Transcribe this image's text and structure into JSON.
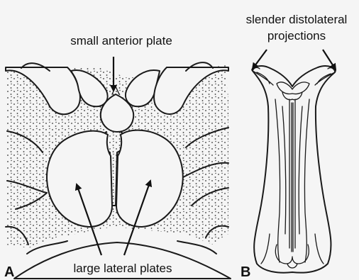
{
  "panel_a": {
    "letter": "A",
    "label_top": "small anterior plate",
    "label_bottom": "large lateral plates"
  },
  "panel_b": {
    "letter": "B",
    "label_line1": "slender distolateral",
    "label_line2": "projections"
  },
  "colors": {
    "background": "#f5f5f5",
    "line": "#1a1a1a",
    "stipple": "#333333"
  }
}
